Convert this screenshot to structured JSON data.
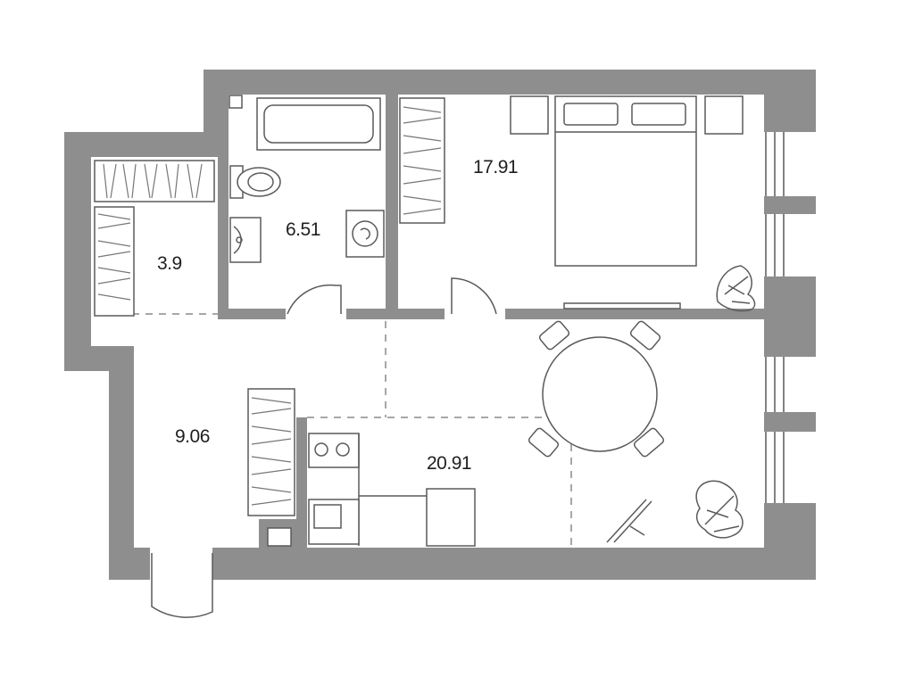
{
  "rooms": [
    {
      "id": "wardrobe",
      "area": "3.9"
    },
    {
      "id": "bathroom",
      "area": "6.51"
    },
    {
      "id": "bedroom",
      "area": "17.91"
    },
    {
      "id": "hall",
      "area": "9.06"
    },
    {
      "id": "kitchen_living",
      "area": "20.91"
    }
  ],
  "colors": {
    "wall": "#8e8e8e",
    "line": "#5a5a5a",
    "background": "#ffffff"
  },
  "icons": [
    "bathtub-icon",
    "toilet-icon",
    "sink-icon",
    "washing-machine-icon",
    "bed-icon",
    "plant-icon",
    "table-icon",
    "chair-icon",
    "stove-icon",
    "fridge-icon",
    "easel-icon",
    "door-icon",
    "window-icon"
  ]
}
